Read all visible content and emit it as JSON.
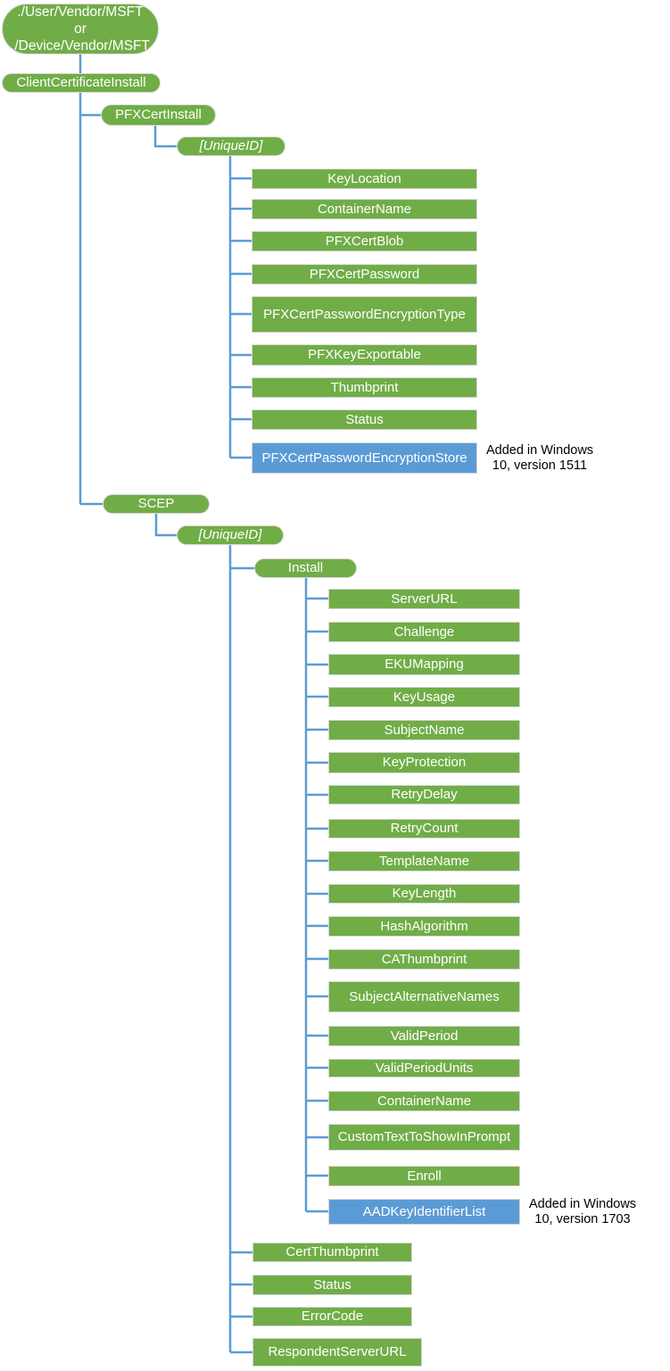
{
  "colors": {
    "green": "#70AD47",
    "blue": "#5B9BD5",
    "connector": "#5B9BD5",
    "node_border": "#D8D8D8",
    "node_text": "#FFFFFF",
    "annotation_text": "#000000",
    "background": "#FFFFFF"
  },
  "tree": {
    "root_label": "./User/Vendor/MSFT or ./Device/Vendor/MSFT",
    "clientCertificateInstall": {
      "label": "ClientCertificateInstall",
      "pfxCertInstall": {
        "label": "PFXCertInstall",
        "uniqueId": {
          "label": "[UniqueID]",
          "children": [
            "KeyLocation",
            "ContainerName",
            "PFXCertBlob",
            "PFXCertPassword",
            "PFXCertPasswordEncryptionType",
            "PFXKeyExportable",
            "Thumbprint",
            "Status"
          ],
          "pfxCertPasswordEncryptionStore": {
            "label": "PFXCertPasswordEncryptionStore",
            "annotation": "Added in Windows 10, version 1511"
          }
        }
      },
      "scep": {
        "label": "SCEP",
        "uniqueId": {
          "label": "[UniqueID]",
          "install": {
            "label": "Install",
            "children": [
              "ServerURL",
              "Challenge",
              "EKUMapping",
              "KeyUsage",
              "SubjectName",
              "KeyProtection",
              "RetryDelay",
              "RetryCount",
              "TemplateName",
              "KeyLength",
              "HashAlgorithm",
              "CAThumbprint",
              "SubjectAlternativeNames",
              "ValidPeriod",
              "ValidPeriodUnits",
              "ContainerName",
              "CustomTextToShowInPrompt",
              "Enroll"
            ],
            "aadKeyIdentifierList": {
              "label": "AADKeyIdentifierList",
              "annotation": "Added in Windows 10, version 1703"
            }
          },
          "children": [
            "CertThumbprint",
            "Status",
            "ErrorCode",
            "RespondentServerURL"
          ]
        }
      }
    }
  }
}
